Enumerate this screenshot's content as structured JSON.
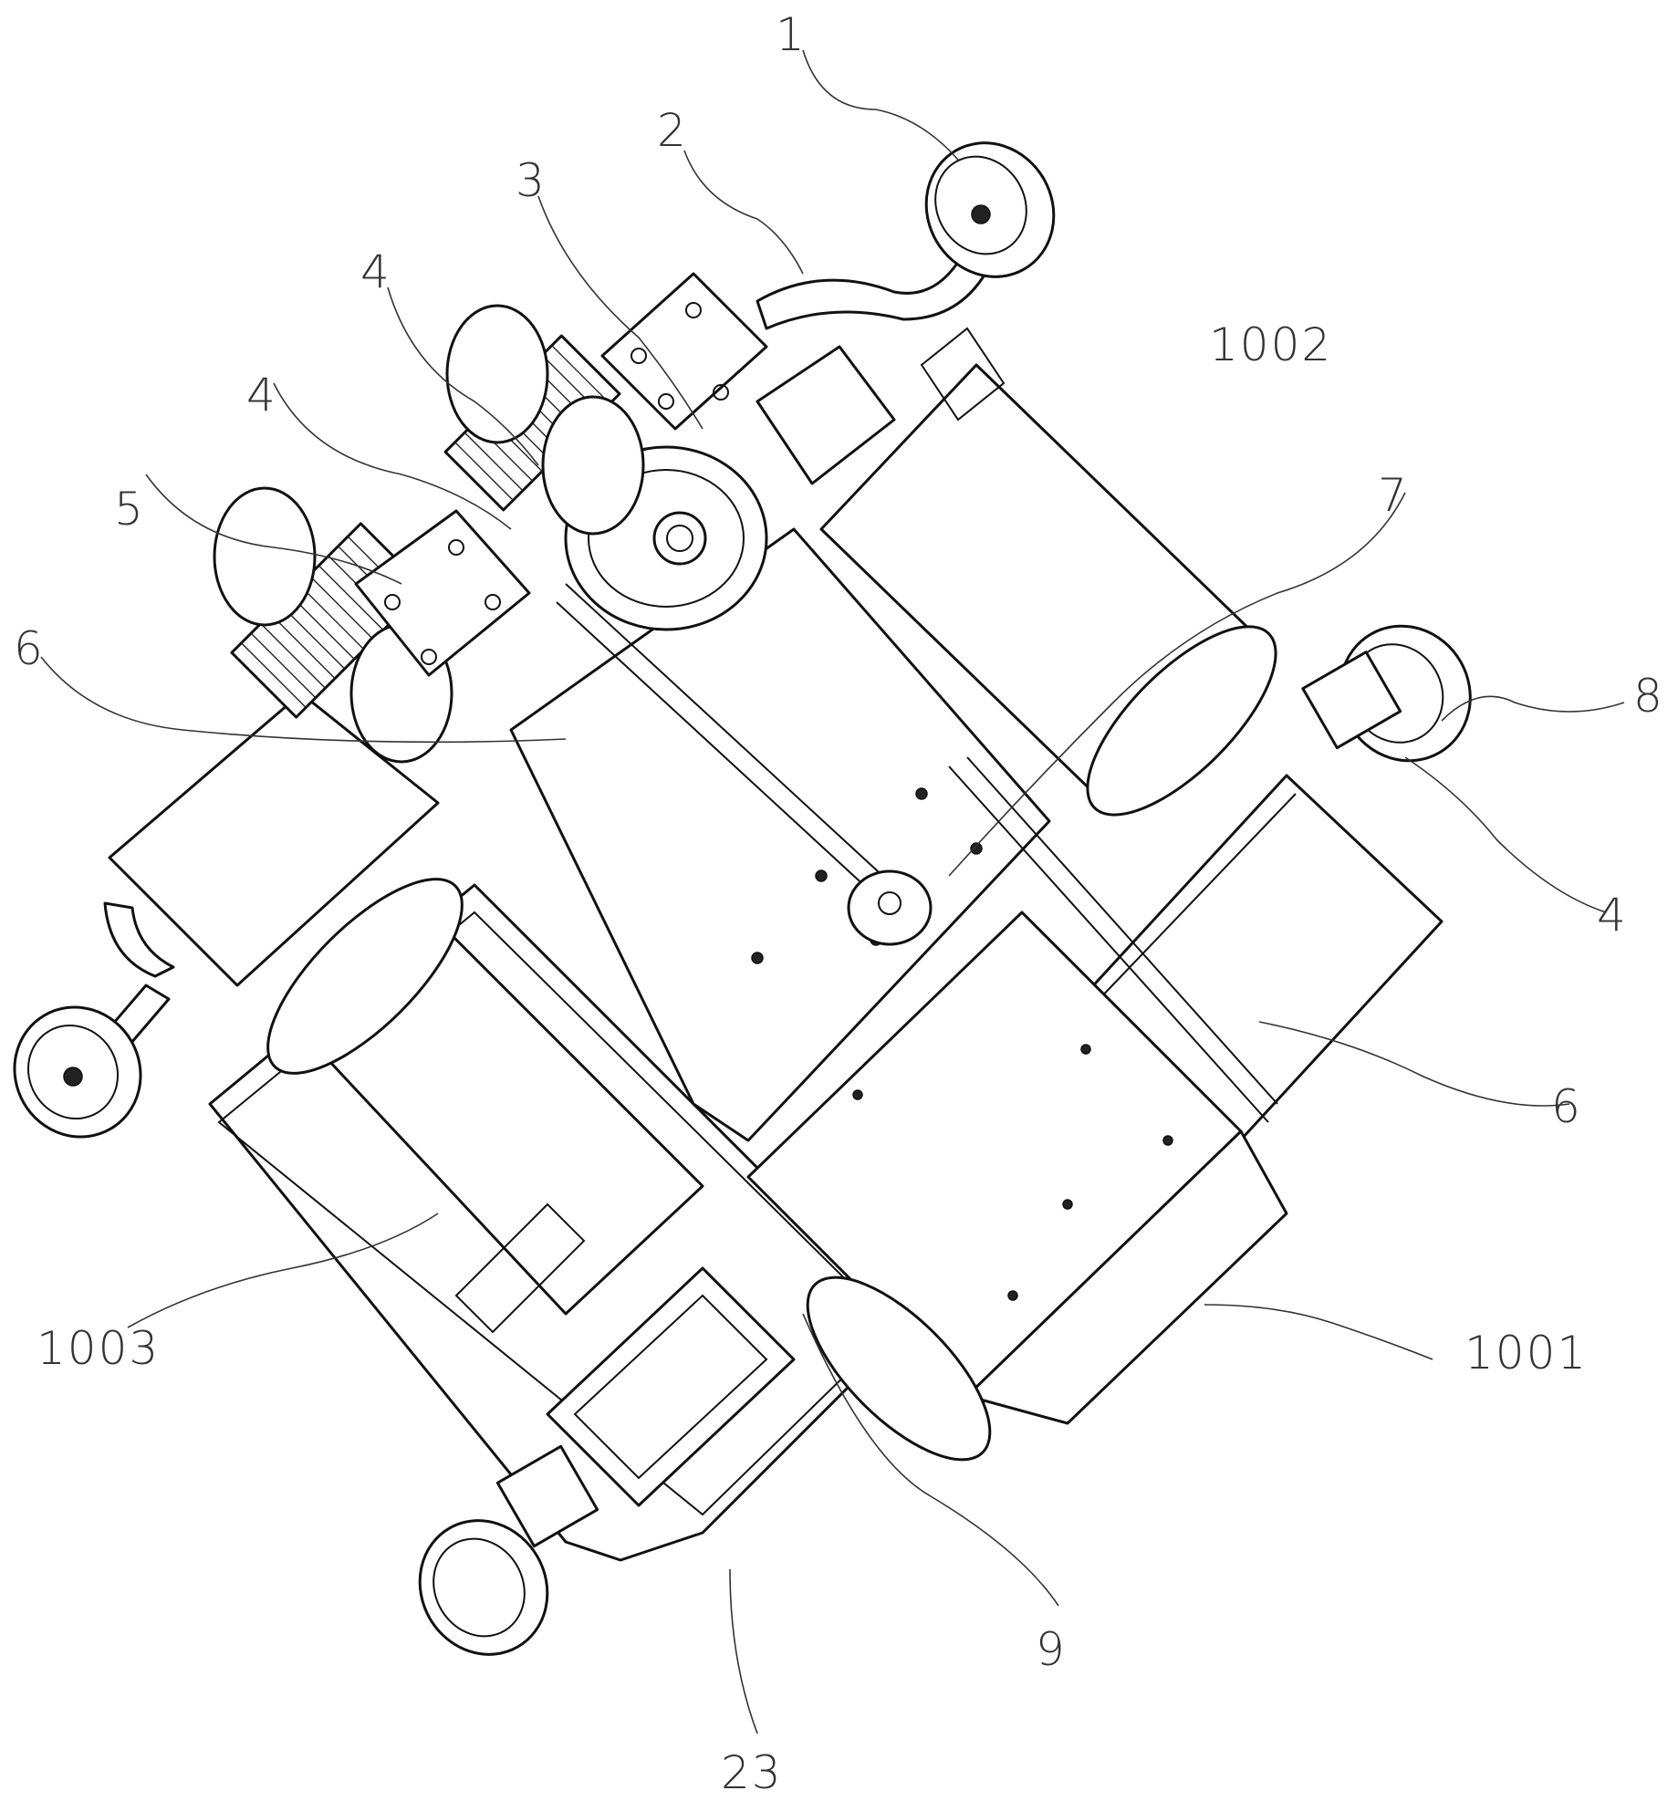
{
  "labels": {
    "wheel_top": "1",
    "axle_bend": "2",
    "bracket": "3",
    "gear_upper": "4",
    "gear_mid": "4",
    "pulley": "5",
    "belt_left": "6",
    "tensioner": "7",
    "motor_upper": "1002",
    "wheel_right": "8",
    "gear_right": "4",
    "belt_right": "6",
    "motor_left": "1003",
    "motor_main": "1001",
    "bracket_bottom": "9",
    "base_plate": "23"
  },
  "colors": {
    "line": "#111111",
    "label": "#333333",
    "background": "#ffffff"
  }
}
